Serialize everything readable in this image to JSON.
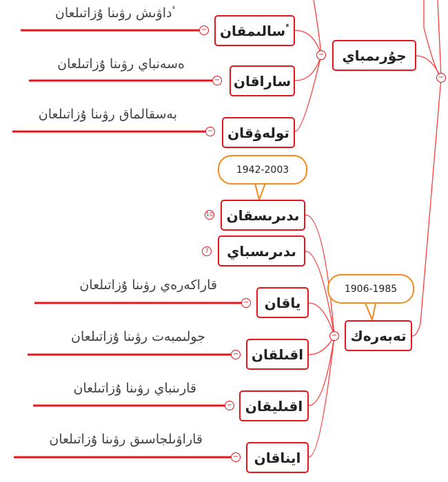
{
  "nodes": {
    "jorumbay": "جۇرىمباي",
    "salimqan": "ٴسالىمقان",
    "saraqan": "ساراقان",
    "tolewqan": "تولەۋقان",
    "idirisqan": "ىدىرىسقان",
    "idirisbay": "ىدىرىسباي",
    "teberek": "تەبەرەك",
    "yaqan": "ياقان",
    "aqilqan": "اقىلقان",
    "aqiliqan": "اقىليقان",
    "aynaqan": "ايناقان"
  },
  "descriptions": {
    "salimqan": "ٴداۋىش رۋىنا ۇزاتىلعان",
    "saraqan": "ەسەنباي رۋىنا ۇزاتىلعان",
    "tolewqan": "بەسقالماق رۋىنا ۇزاتىلعان",
    "yaqan": "قاراكەرەي رۋىنا ۇزاتىلعان",
    "aqilqan": "جولىمبەت رۋىنا ۇزاتىلعان",
    "aqiliqan": "قارىنباي رۋىنا ۇزاتىلعان",
    "aynaqan": "قاراۋىلجاسىق رۋىنا ۇزاتىلعان"
  },
  "callouts": {
    "idirisqan": "1942-2003",
    "teberek": "1906-1985"
  },
  "badges": {
    "idirisqan": "10",
    "idirisbay": "7"
  },
  "collapse_symbol": "−",
  "colors": {
    "line": "#e8141c",
    "callout": "#f28a1c"
  }
}
